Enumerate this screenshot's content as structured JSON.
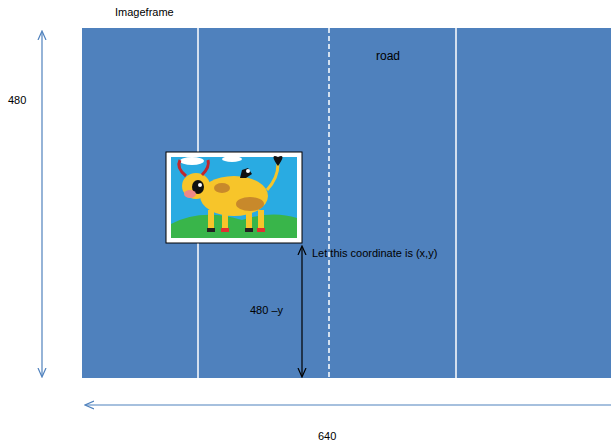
{
  "diagram": {
    "nodes": [
      {
        "text": [
          "Imageframe",
          "road"
        ]
      }
    ],
    "labels": [
      "480",
      "480 –y",
      "Let this coordinate is (x,y)",
      "640"
    ]
  }
}
